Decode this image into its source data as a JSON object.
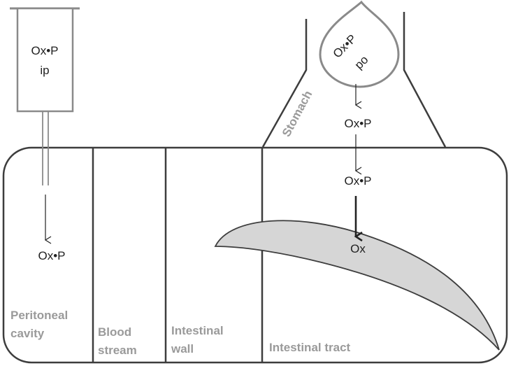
{
  "colors": {
    "outline": "#3d3d3d",
    "drop_outline": "#8a8a8a",
    "region_label": "#9a9a9a",
    "mucus_fill": "#d6d6d6",
    "text": "#222222"
  },
  "syringe": {
    "line1": "Ox•P",
    "line2": "ip"
  },
  "drop": {
    "line1": "Ox•P",
    "line2": "po"
  },
  "stomach_label": "Stomach",
  "compounds": {
    "peritoneal": "Ox•P",
    "stomach_exit": "Ox•P",
    "tract_upper": "Ox•P",
    "tract_product": "Ox"
  },
  "regions": {
    "peritoneal_1": "Peritoneal",
    "peritoneal_2": "cavity",
    "blood_1": "Blood",
    "blood_2": "stream",
    "wall_1": "Intestinal",
    "wall_2": "wall",
    "tract": "Intestinal tract"
  }
}
